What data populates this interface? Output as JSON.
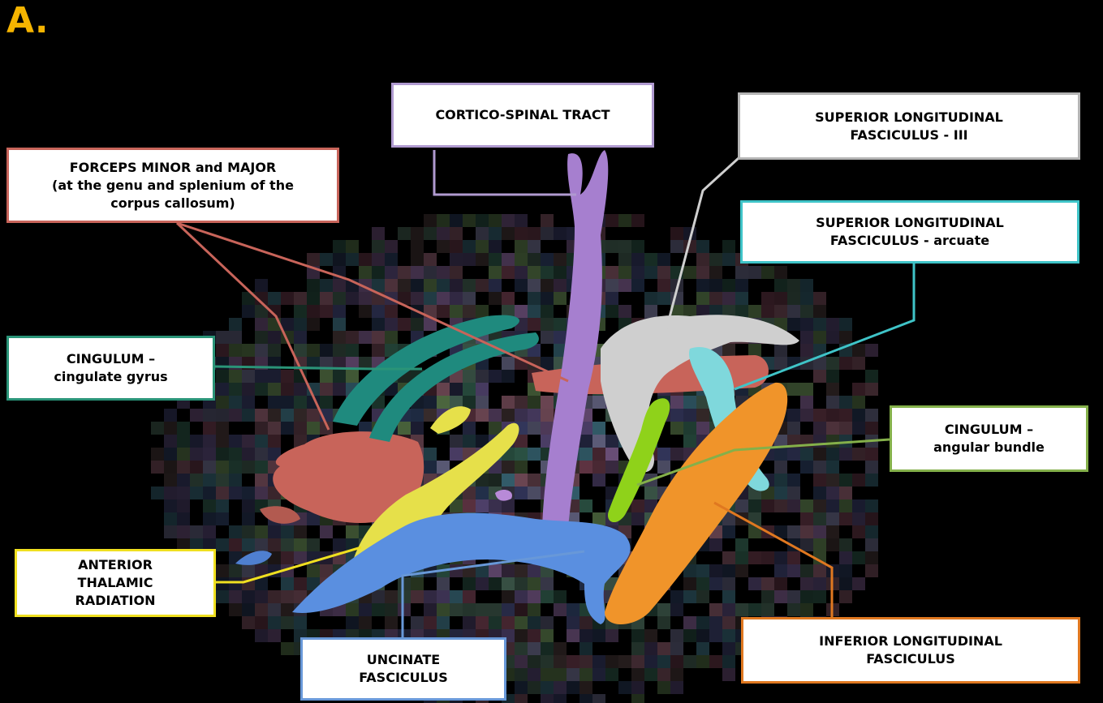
{
  "panel_letter": "A.",
  "labels": {
    "cst": [
      "CORTICO-SPINAL TRACT"
    ],
    "slf3": [
      "SUPERIOR LONGITUDINAL",
      "FASCICULUS - III"
    ],
    "forceps": [
      "FORCEPS MINOR and MAJOR",
      "(at the genu and splenium of the",
      "corpus callosum)"
    ],
    "slfa": [
      "SUPERIOR LONGITUDINAL",
      "FASCICULUS - arcuate"
    ],
    "cing_g": [
      "CINGULUM –",
      "cingulate gyrus"
    ],
    "cing_a": [
      "CINGULUM –",
      "angular bundle"
    ],
    "atr": [
      "ANTERIOR",
      "THALAMIC",
      "RADIATION"
    ],
    "unc": [
      "UNCINATE",
      "FASCICULUS"
    ],
    "ilf": [
      "INFERIOR LONGITUDINAL",
      "FASCICULUS"
    ]
  },
  "colors": {
    "panel_letter": "#f5b400",
    "background": "#000000",
    "cortico_spinal": "#a67fcf",
    "slf_iii": "#cfcfcf",
    "forceps": "#c8645a",
    "slf_arcuate": "#7fd8dc",
    "cingulum_gyrus": "#1f8a7e",
    "cingulum_angular": "#8fd21a",
    "anterior_thalamic": "#e6e04a",
    "uncinate": "#5a8fe0",
    "inferior_longitudinal": "#f0942a"
  }
}
